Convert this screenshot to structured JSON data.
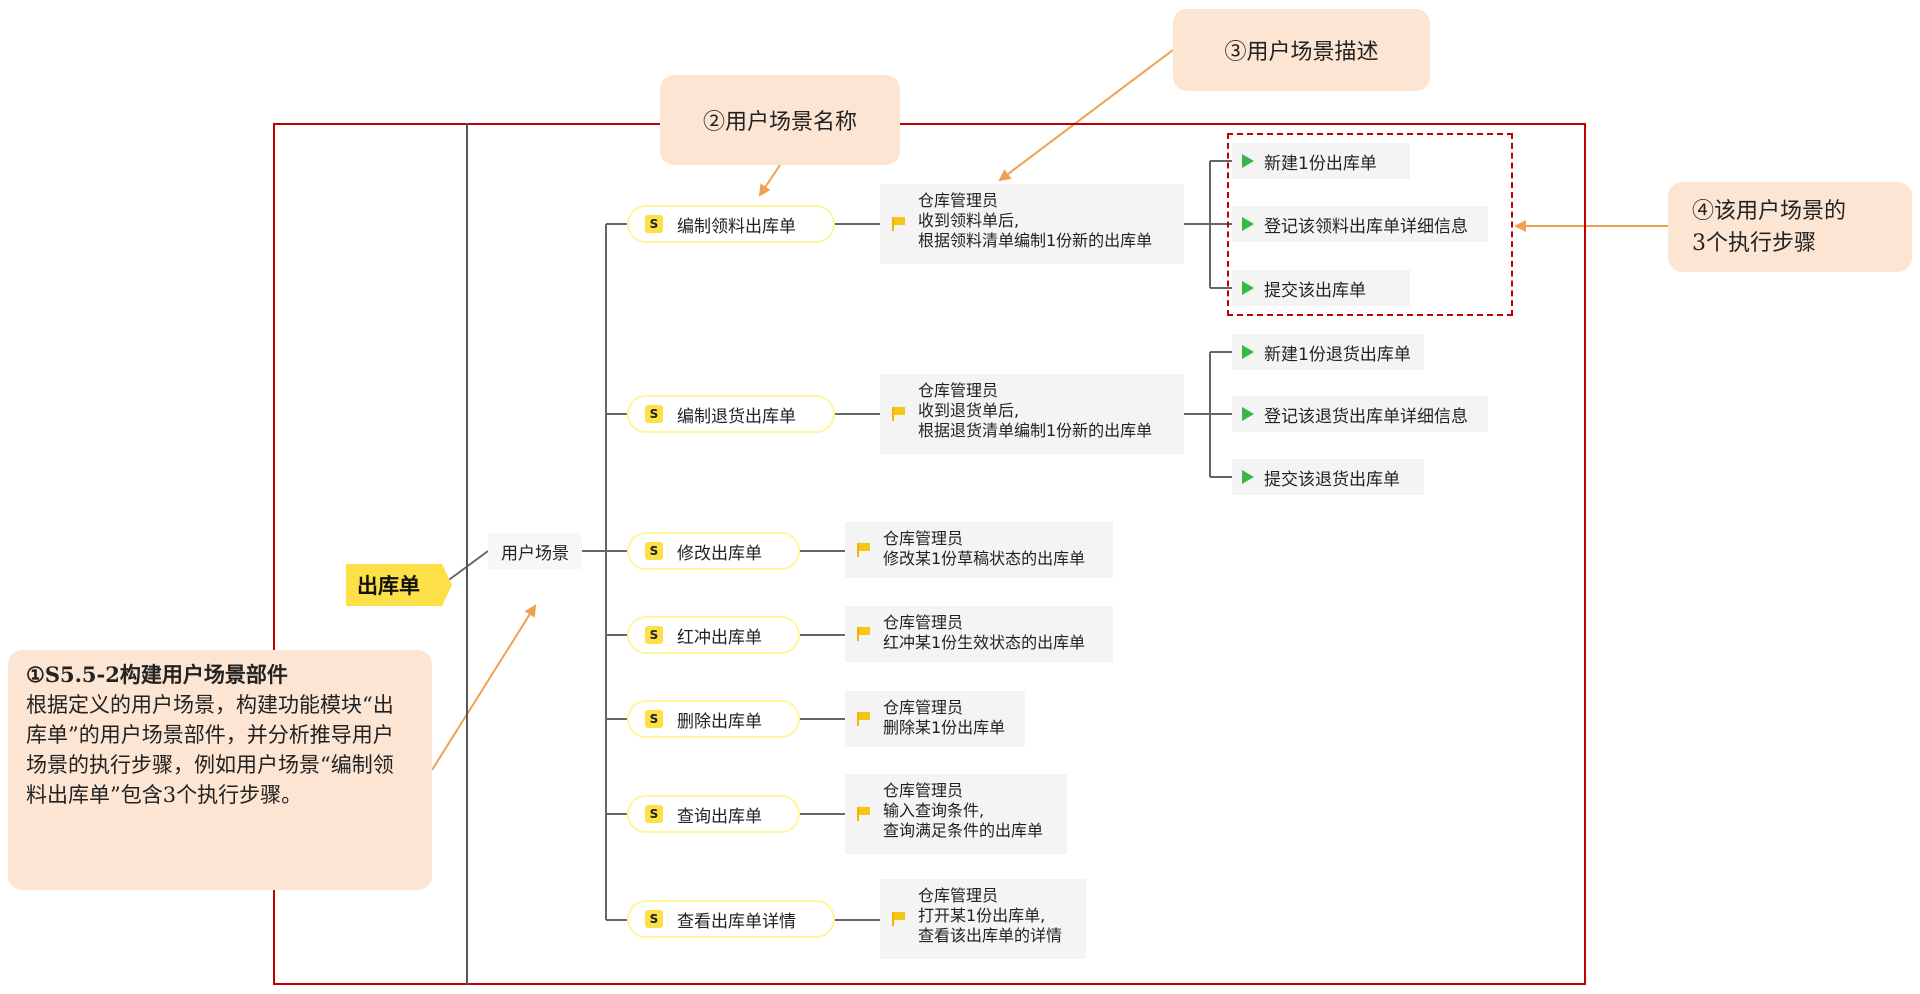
{
  "root": "出库单",
  "category": "用户场景",
  "actor_label": "仓库管理员",
  "badge_letter": "S",
  "callouts": {
    "c1_title": "①S5.5-2构建用户场景部件",
    "c1_body": "根据定义的用户场景，构建功能模块“出库单”的用户场景部件，并分析推导用户场景的执行步骤，例如用户场景“编制领料出库单”包含3个执行步骤。",
    "c2": "②用户场景名称",
    "c3": "③用户场景描述",
    "c4_line1": "④该用户场景的",
    "c4_line2": "3个执行步骤"
  },
  "scenarios": [
    {
      "name": "编制领料出库单",
      "desc": [
        "收到领料单后,",
        "根据领料清单编制1份新的出库单"
      ],
      "steps": [
        "新建1份出库单",
        "登记该领料出库单详细信息",
        "提交该出库单"
      ]
    },
    {
      "name": "编制退货出库单",
      "desc": [
        "收到退货单后,",
        "根据退货清单编制1份新的出库单"
      ],
      "steps": [
        "新建1份退货出库单",
        "登记该退货出库单详细信息",
        "提交该退货出库单"
      ]
    },
    {
      "name": "修改出库单",
      "desc": [
        "修改某1份草稿状态的出库单"
      ],
      "steps": []
    },
    {
      "name": "红冲出库单",
      "desc": [
        "红冲某1份生效状态的出库单"
      ],
      "steps": []
    },
    {
      "name": "删除出库单",
      "desc": [
        "删除某1份出库单"
      ],
      "steps": []
    },
    {
      "name": "查询出库单",
      "desc": [
        "输入查询条件,",
        "查询满足条件的出库单"
      ],
      "steps": []
    },
    {
      "name": "查看出库单详情",
      "desc": [
        "打开某1份出库单,",
        "查看该出库单的详情"
      ],
      "steps": []
    }
  ],
  "colors": {
    "frame": "#c00000",
    "root_fill": "#fde047",
    "callout_fill": "#fde5d3",
    "arrow": "#f0a050",
    "play": "#3cb44b"
  }
}
